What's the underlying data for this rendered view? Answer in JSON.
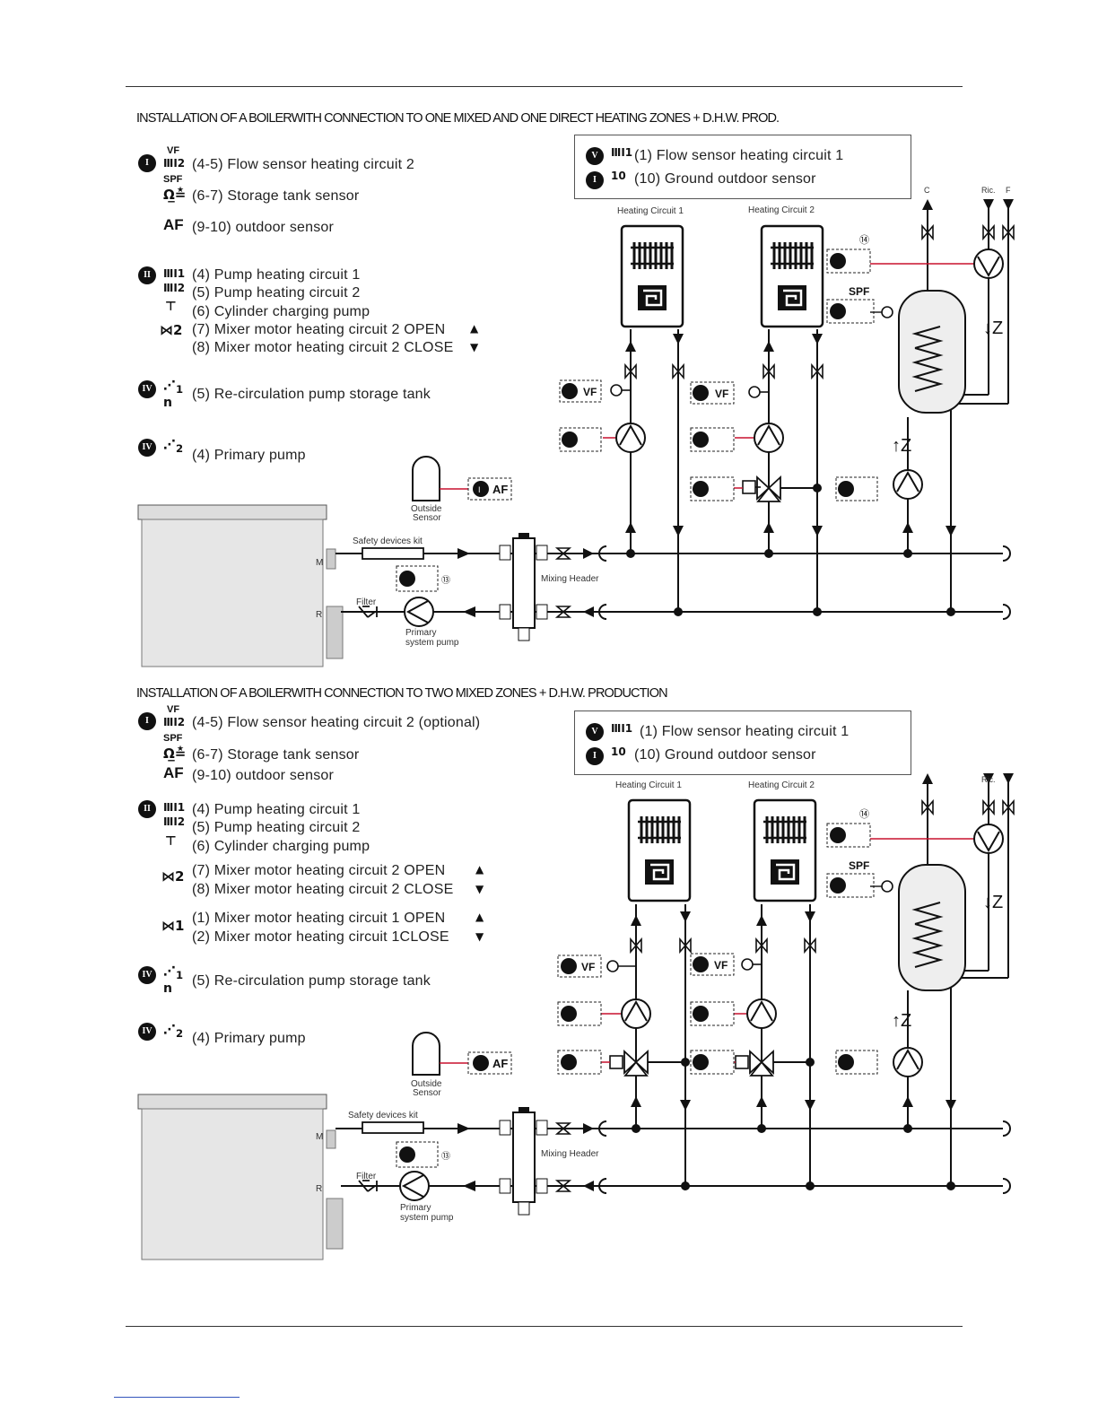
{
  "sections": [
    {
      "title": "INSTALLATION OF A BOILERWITH CONNECTION TO ONE MIXED AND ONE DIRECT HEATING ZONES + D.H.W. PROD.",
      "legend": [
        {
          "badge": "I",
          "sym": "VF",
          "sub": "ⅢⅠ2",
          "text": "(4-5) Flow sensor heating circuit 2"
        },
        {
          "badge": "",
          "sym": "SPF",
          "sub": "",
          "text": "(6-7) Storage tank sensor"
        },
        {
          "badge": "",
          "sym": "AF",
          "sub": "",
          "text": "(9-10) outdoor sensor"
        },
        {
          "badge": "II",
          "sym": "",
          "sub": "",
          "text": "(4) Pump heating circuit 1"
        },
        {
          "badge": "",
          "sym": "",
          "sub": "",
          "text": "(5) Pump heating circuit 2"
        },
        {
          "badge": "",
          "sym": "",
          "sub": "",
          "text": "(6) Cylinder charging pump"
        },
        {
          "badge": "",
          "sym": "2",
          "sub": "",
          "text": "(7) Mixer motor heating circuit 2  OPEN"
        },
        {
          "badge": "",
          "sym": "",
          "sub": "",
          "text": "(8) Mixer motor heating circuit 2 CLOSE"
        },
        {
          "badge": "IV",
          "sym": "",
          "sub": "",
          "text": "(5) Re-circulation pump storage tank"
        },
        {
          "badge": "IV",
          "sym": "",
          "sub": "",
          "text": "(4)  Primary pump"
        }
      ],
      "infobox": [
        {
          "badge": "V",
          "text": "(1) Flow sensor  heating circuit 1"
        },
        {
          "badge": "I",
          "text": "(10) Ground outdoor sensor"
        }
      ]
    },
    {
      "title": "INSTALLATION OF A BOILERWITH CONNECTION TO TWO MIXED ZONES + D.H.W. PRODUCTION",
      "legend": [
        {
          "badge": "I",
          "sym": "VF",
          "text": "(4-5) Flow sensor heating circuit 2 (optional)"
        },
        {
          "badge": "",
          "sym": "SPF",
          "text": "(6-7) Storage tank sensor"
        },
        {
          "badge": "",
          "sym": "AF",
          "text": "(9-10) outdoor sensor"
        },
        {
          "badge": "II",
          "sym": "",
          "text": "(4) Pump heating circuit 1"
        },
        {
          "badge": "",
          "sym": "",
          "text": "(5) Pump heating circuit 2"
        },
        {
          "badge": "",
          "sym": "",
          "text": "(6) Cylinder charging pump"
        },
        {
          "badge": "",
          "sym": "2",
          "text": "(7) Mixer motor heating circuit 2  OPEN"
        },
        {
          "badge": "",
          "sym": "",
          "text": "(8) Mixer motor heating circuit 2 CLOSE"
        },
        {
          "badge": "",
          "sym": "1",
          "text": "(1) Mixer motor heating circuit 1 OPEN"
        },
        {
          "badge": "",
          "sym": "",
          "text": "(2) Mixer motor heating circuit 1CLOSE"
        },
        {
          "badge": "IV",
          "sym": "",
          "text": "(5) Re-circulation pump storage tank"
        },
        {
          "badge": "IV",
          "sym": "",
          "text": "(4) Primary pump"
        }
      ],
      "infobox": [
        {
          "badge": "V",
          "text": "(1) Flow sensor  heating circuit 1"
        },
        {
          "badge": "I",
          "text": "(10) Ground outdoor sensor"
        }
      ]
    }
  ],
  "diagram_labels": {
    "heating_circuit_1": "Heating Circuit 1",
    "heating_circuit_2": "Heating Circuit  2",
    "outside_sensor": "Outside\nSensor",
    "safety_kit_1": "Safety devices kit",
    "safety_kit_2": "Safety devices kit",
    "mixing_header": "Mixing Header",
    "filter": "Filter",
    "primary_pump": "Primary\nsystem pump",
    "m": "M",
    "r": "R",
    "c": "C",
    "ric": "Ric.",
    "f": "F",
    "spf": "SPF",
    "vf": "VF",
    "af": "AF",
    "n14": "14",
    "n13": "13"
  },
  "colors": {
    "pipe": "#111111",
    "signal": "#c8102e",
    "boiler": "#e6e6e6",
    "dashed": "#222222"
  },
  "icons": [
    "flow-sensor-icon",
    "storage-sensor-icon",
    "pump-icon",
    "mixer-valve-icon",
    "recirculation-pump-icon",
    "radiator-icon",
    "underfloor-icon",
    "ball-valve-icon",
    "check-valve-icon",
    "boiler-icon",
    "storage-tank-icon"
  ]
}
